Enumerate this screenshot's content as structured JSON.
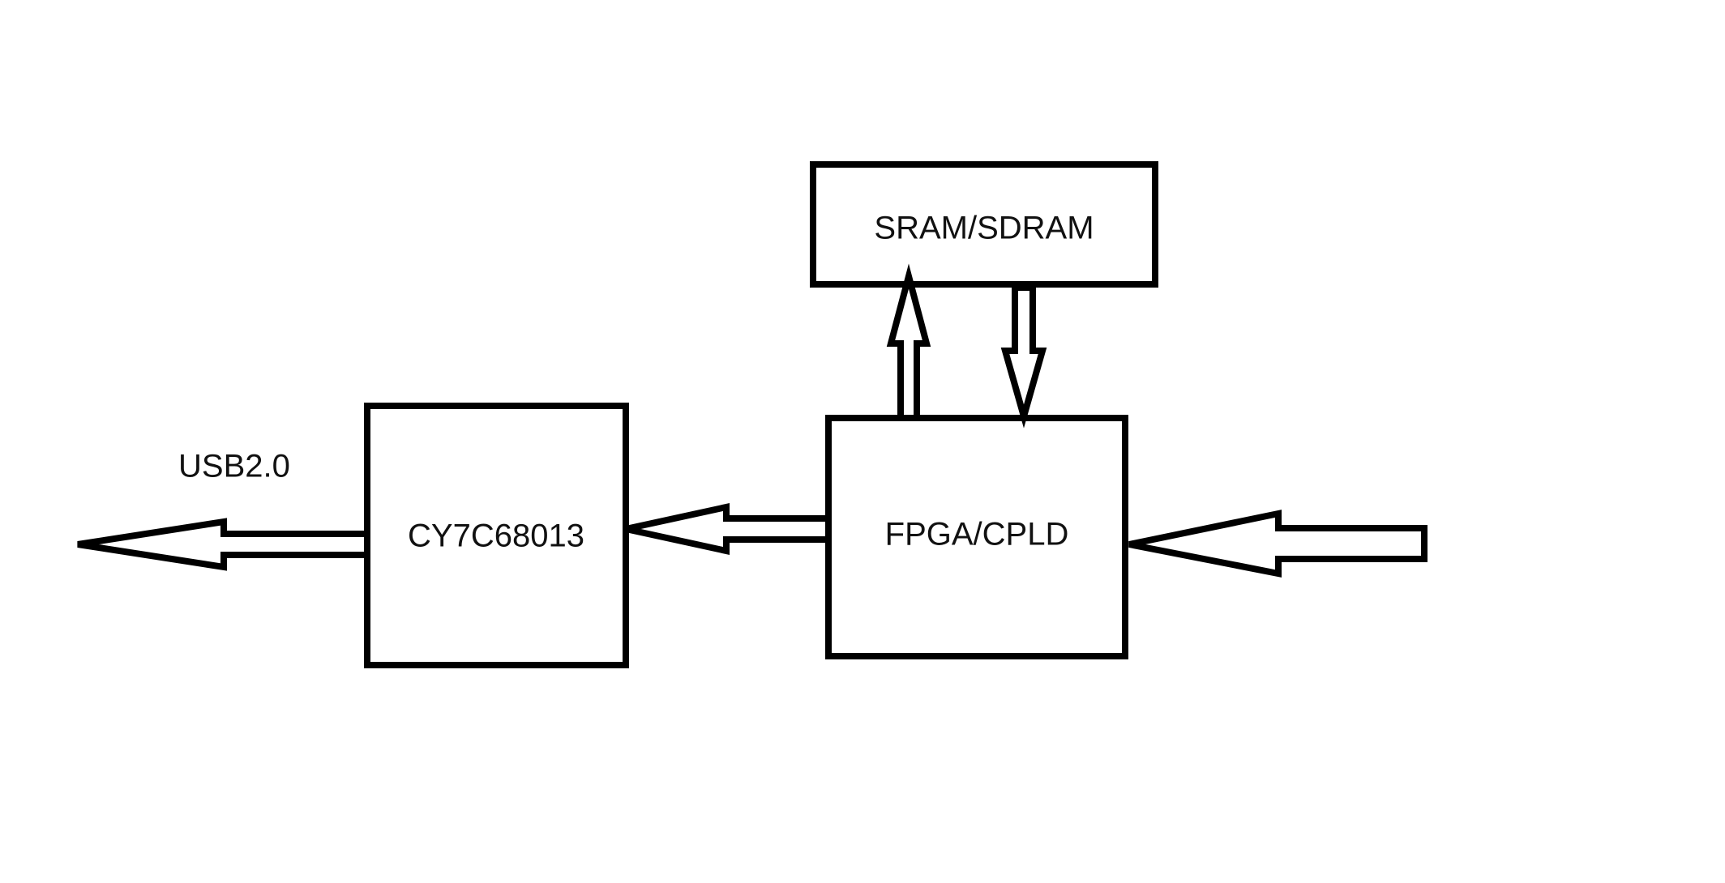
{
  "diagram": {
    "blocks": {
      "memory": {
        "label": "SRAM/SDRAM"
      },
      "usb_controller": {
        "label": "CY7C68013"
      },
      "logic": {
        "label": "FPGA/CPLD"
      }
    },
    "annotations": {
      "usb": "USB2.0"
    },
    "arrows": [
      {
        "from": "usb_controller",
        "to": "USB2.0 output",
        "direction": "left"
      },
      {
        "from": "logic",
        "to": "usb_controller",
        "direction": "left"
      },
      {
        "from": "logic",
        "to": "memory",
        "direction": "up"
      },
      {
        "from": "memory",
        "to": "logic",
        "direction": "down"
      },
      {
        "from": "external input",
        "to": "logic",
        "direction": "left"
      }
    ],
    "colors": {
      "stroke": "#000000",
      "background": "#ffffff"
    }
  }
}
